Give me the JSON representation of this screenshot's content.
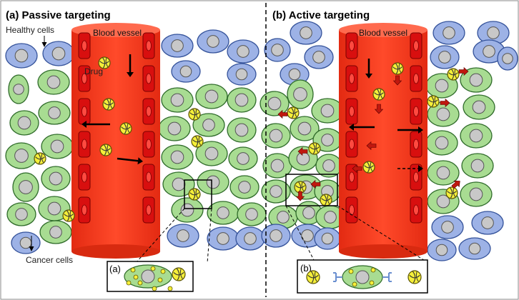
{
  "panels": {
    "a": {
      "title": "(a) Passive targeting",
      "vessel_label": "Blood vessel",
      "inset_label": "(a)"
    },
    "b": {
      "title": "(b) Active targeting",
      "vessel_label": "Blood vessel",
      "inset_label": "(b)"
    }
  },
  "labels": {
    "healthy_cells": "Healthy cells",
    "drug": "Drug",
    "cancer_cells": "Cancer cells"
  },
  "colors": {
    "vessel": "#f03a1e",
    "vessel_wall_cell": "#d80f0f",
    "cancer_cell": "#a8dc92",
    "healthy_cell": "#9db2e6",
    "nucleus": "#c8c8c8",
    "drug": "#f5ef3a",
    "arrow_active": "#c0180f",
    "linker": "#6a8fd0"
  },
  "icons": {
    "drug": "drug-nanoparticle-icon",
    "arrow": "arrow-icon"
  }
}
